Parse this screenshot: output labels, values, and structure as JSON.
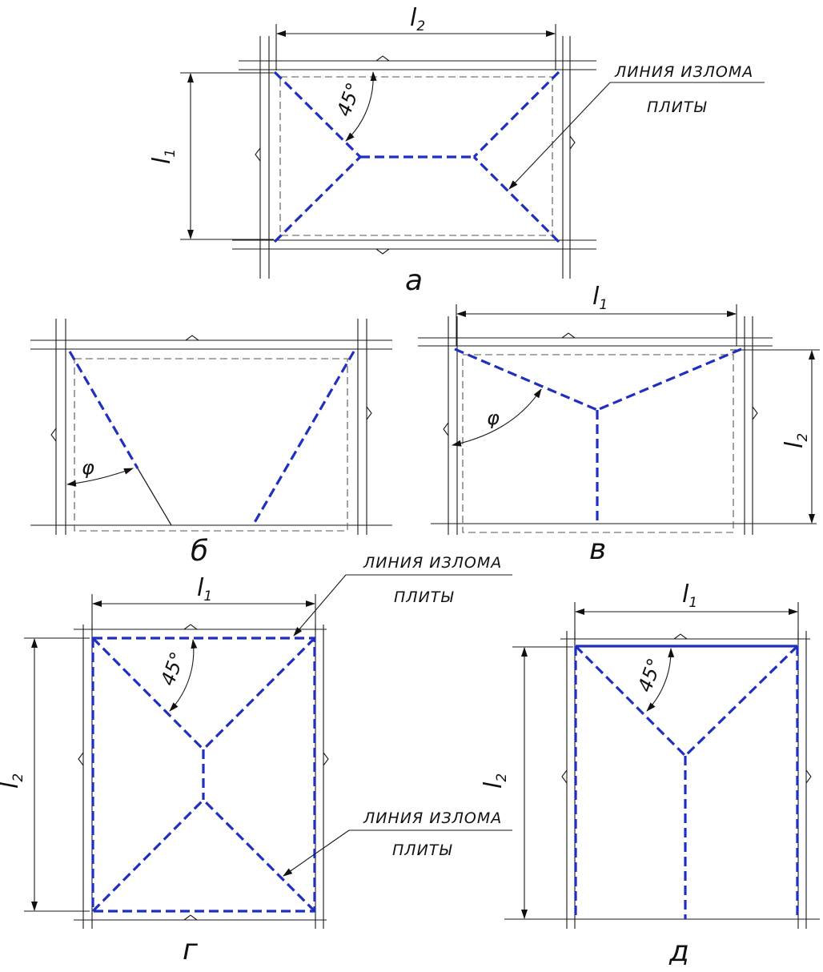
{
  "colors": {
    "fold_line": "#1f2fbf",
    "outline": "#1a1a1a",
    "hidden": "#555555"
  },
  "annotations": {
    "fold_line_line1": "ЛИНИЯ ИЗЛОМА",
    "fold_line_line2": "ПЛИТЫ",
    "angle_45": "45°",
    "angle_phi": "φ"
  },
  "dimension": {
    "l": "l",
    "sub1": "1",
    "sub2": "2"
  },
  "panels": {
    "a": {
      "caption": "а"
    },
    "b": {
      "caption": "б"
    },
    "v": {
      "caption": "в"
    },
    "g": {
      "caption": "г"
    },
    "d": {
      "caption": "д"
    }
  }
}
